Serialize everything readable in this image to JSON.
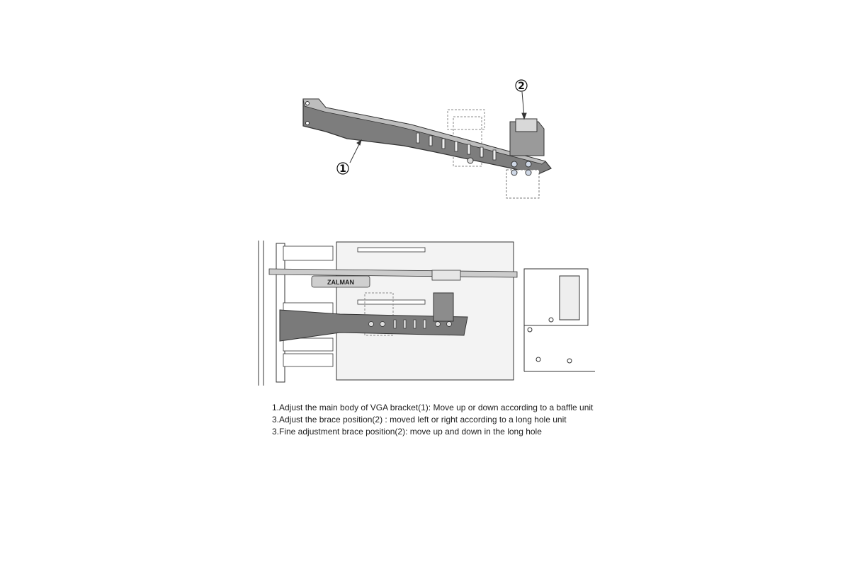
{
  "figure_top": {
    "callout_1": "1",
    "callout_2": "2"
  },
  "figure_bottom": {
    "brand_label": "ZALMAN"
  },
  "instructions": [
    "1.Adjust the main body of VGA bracket(1): Move up or down according to a baffle unit",
    "3.Adjust the brace position(2) : moved left or right according to a long hole unit",
    "3.Fine adjustment brace position(2): move up and down in the long hole"
  ]
}
